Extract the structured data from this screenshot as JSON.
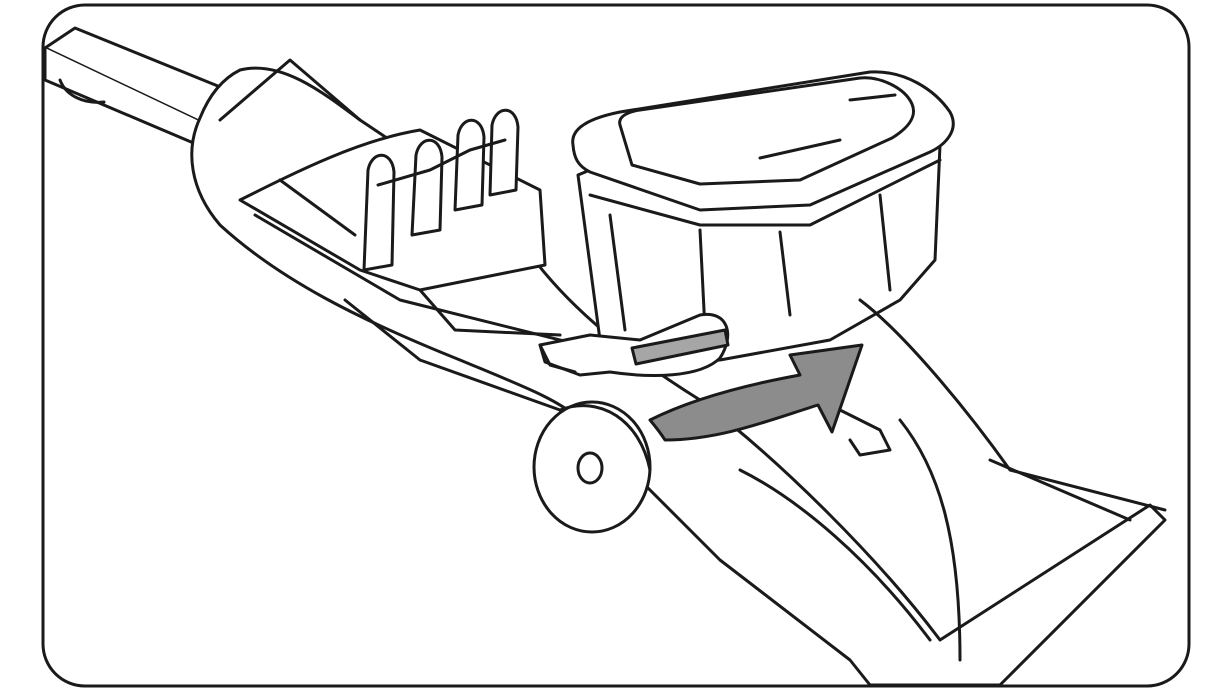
{
  "illustration": {
    "frame_color": "#1a1a1a",
    "line_color": "#1a1a1a",
    "fill_color": "#ffffff",
    "arrow_color": "#8c8c8c",
    "latch_band_color": "#a6a6a6",
    "arrow_direction": "rotate-forward",
    "parts": [
      "handle",
      "tank-cradle",
      "tank",
      "tank-lid",
      "latch",
      "wheel",
      "nozzle-base"
    ]
  }
}
